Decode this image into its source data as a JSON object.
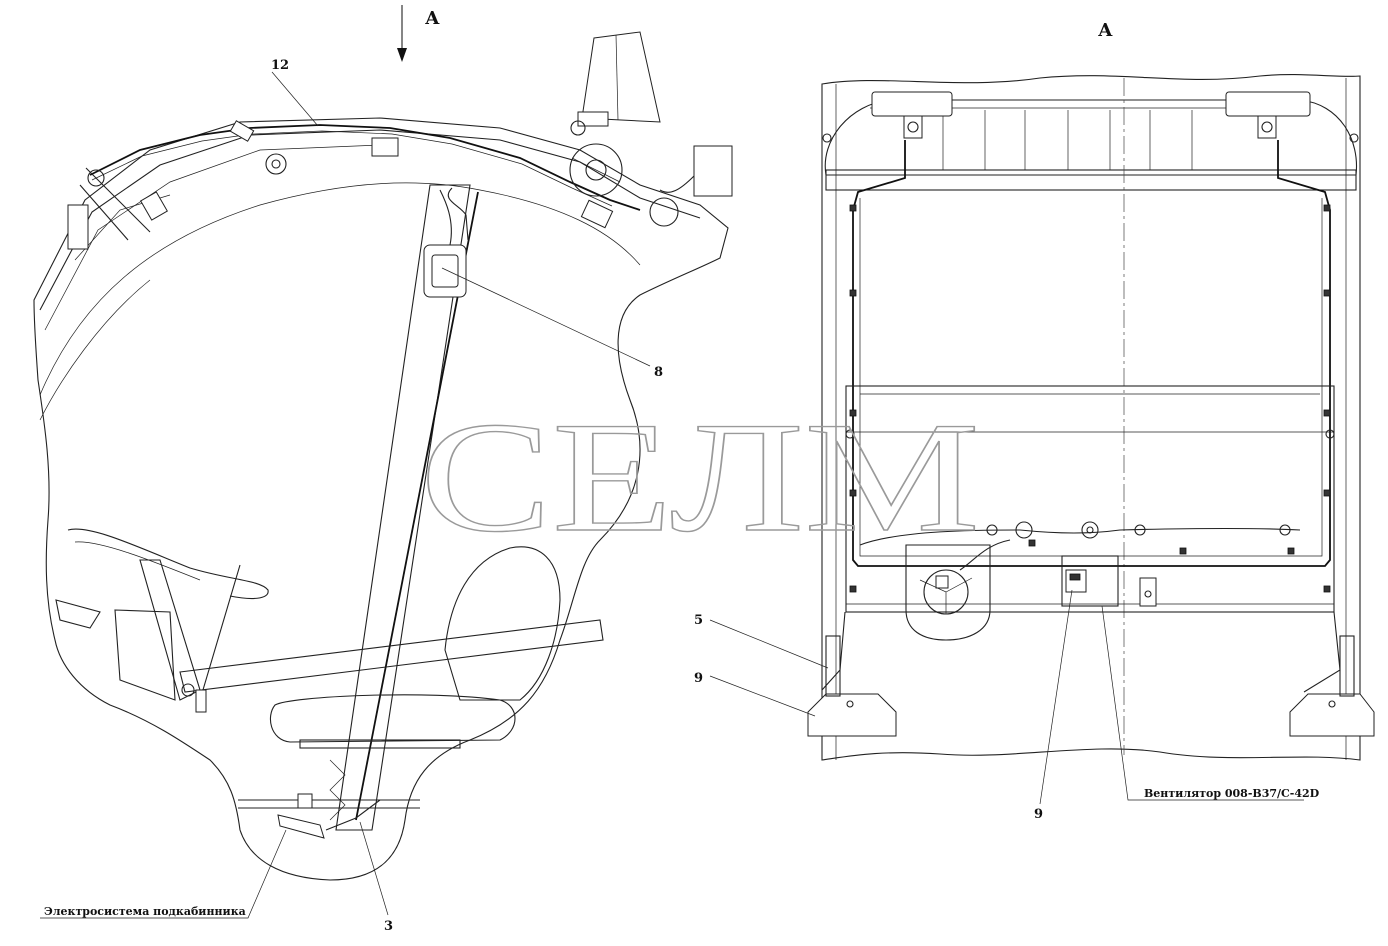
{
  "view_label_left": "А",
  "view_label_right": "А",
  "watermark": "СЕЛМ",
  "callouts": {
    "c12": "12",
    "c8": "8",
    "c3": "3",
    "c5": "5",
    "c9a": "9",
    "c9b": "9"
  },
  "notes": {
    "subcab": "Электросистема подкабинника",
    "fan": "Вентилятор 008-В37/С-42D"
  }
}
